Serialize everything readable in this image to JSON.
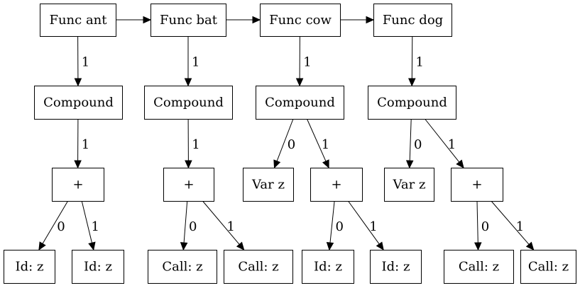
{
  "nodes": [
    {
      "id": "f_ant",
      "label": "Func ant",
      "kind": "func"
    },
    {
      "id": "f_bat",
      "label": "Func bat",
      "kind": "func"
    },
    {
      "id": "f_cow",
      "label": "Func cow",
      "kind": "func"
    },
    {
      "id": "f_dog",
      "label": "Func dog",
      "kind": "func"
    },
    {
      "id": "c_ant",
      "label": "Compound",
      "kind": "compound"
    },
    {
      "id": "c_bat",
      "label": "Compound",
      "kind": "compound"
    },
    {
      "id": "c_cow",
      "label": "Compound",
      "kind": "compound"
    },
    {
      "id": "c_dog",
      "label": "Compound",
      "kind": "compound"
    },
    {
      "id": "p_ant",
      "label": "+",
      "kind": "operator"
    },
    {
      "id": "p_bat",
      "label": "+",
      "kind": "operator"
    },
    {
      "id": "v_cow",
      "label": "Var z",
      "kind": "var"
    },
    {
      "id": "p_cow",
      "label": "+",
      "kind": "operator"
    },
    {
      "id": "v_dog",
      "label": "Var z",
      "kind": "var"
    },
    {
      "id": "p_dog",
      "label": "+",
      "kind": "operator"
    },
    {
      "id": "l_ant0",
      "label": "Id: z",
      "kind": "id"
    },
    {
      "id": "l_ant1",
      "label": "Id: z",
      "kind": "id"
    },
    {
      "id": "l_bat0",
      "label": "Call: z",
      "kind": "call"
    },
    {
      "id": "l_bat1",
      "label": "Call: z",
      "kind": "call"
    },
    {
      "id": "l_cow0",
      "label": "Id: z",
      "kind": "id"
    },
    {
      "id": "l_cow1",
      "label": "Id: z",
      "kind": "id"
    },
    {
      "id": "l_dog0",
      "label": "Call: z",
      "kind": "call"
    },
    {
      "id": "l_dog1",
      "label": "Call: z",
      "kind": "call"
    }
  ],
  "edges": [
    {
      "from": "f_ant",
      "to": "f_bat",
      "label": ""
    },
    {
      "from": "f_bat",
      "to": "f_cow",
      "label": ""
    },
    {
      "from": "f_cow",
      "to": "f_dog",
      "label": ""
    },
    {
      "from": "f_ant",
      "to": "c_ant",
      "label": "1"
    },
    {
      "from": "f_bat",
      "to": "c_bat",
      "label": "1"
    },
    {
      "from": "f_cow",
      "to": "c_cow",
      "label": "1"
    },
    {
      "from": "f_dog",
      "to": "c_dog",
      "label": "1"
    },
    {
      "from": "c_ant",
      "to": "p_ant",
      "label": "1"
    },
    {
      "from": "c_bat",
      "to": "p_bat",
      "label": "1"
    },
    {
      "from": "c_cow",
      "to": "v_cow",
      "label": "0"
    },
    {
      "from": "c_cow",
      "to": "p_cow",
      "label": "1"
    },
    {
      "from": "c_dog",
      "to": "v_dog",
      "label": "0"
    },
    {
      "from": "c_dog",
      "to": "p_dog",
      "label": "1"
    },
    {
      "from": "p_ant",
      "to": "l_ant0",
      "label": "0"
    },
    {
      "from": "p_ant",
      "to": "l_ant1",
      "label": "1"
    },
    {
      "from": "p_bat",
      "to": "l_bat0",
      "label": "0"
    },
    {
      "from": "p_bat",
      "to": "l_bat1",
      "label": "1"
    },
    {
      "from": "p_cow",
      "to": "l_cow0",
      "label": "0"
    },
    {
      "from": "p_cow",
      "to": "l_cow1",
      "label": "1"
    },
    {
      "from": "p_dog",
      "to": "l_dog0",
      "label": "0"
    },
    {
      "from": "p_dog",
      "to": "l_dog1",
      "label": "1"
    }
  ]
}
